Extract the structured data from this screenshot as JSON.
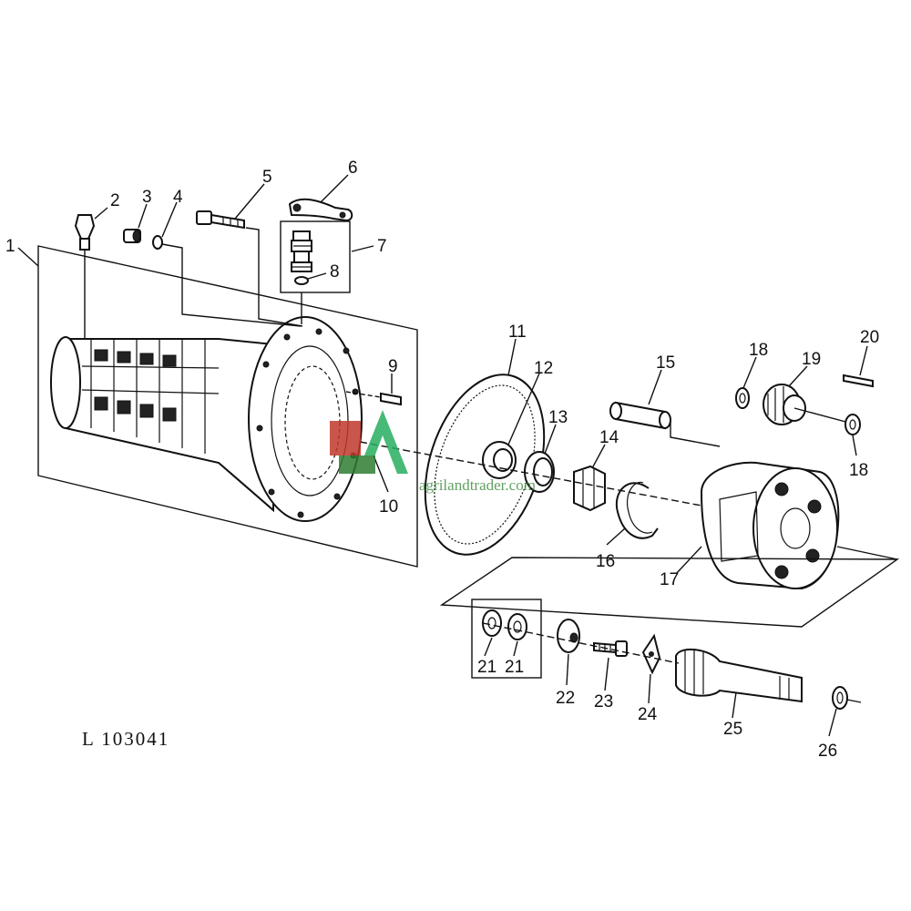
{
  "diagram": {
    "part_code": "L 103041",
    "watermark": "agrilandtrader.com",
    "labels": {
      "p1": "1",
      "p2": "2",
      "p3": "3",
      "p4": "4",
      "p5": "5",
      "p6": "6",
      "p7": "7",
      "p8": "8",
      "p9": "9",
      "p10": "10",
      "p11": "11",
      "p12": "12",
      "p13": "13",
      "p14": "14",
      "p15": "15",
      "p16": "16",
      "p17": "17",
      "p18a": "18",
      "p18b": "18",
      "p19": "19",
      "p20": "20",
      "p21a": "21",
      "p21b": "21",
      "p22": "22",
      "p23": "23",
      "p24": "24",
      "p25": "25",
      "p26": "26"
    }
  }
}
